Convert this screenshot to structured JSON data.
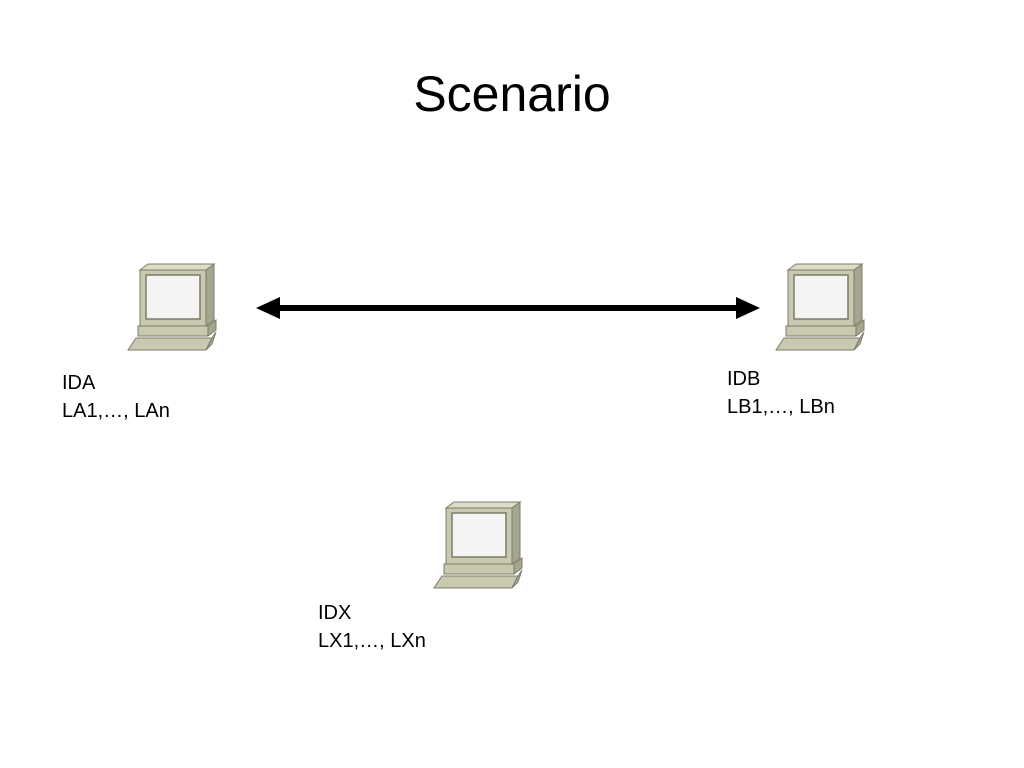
{
  "slide": {
    "title": "Scenario"
  },
  "nodes": [
    {
      "id": "a",
      "name": "IDA",
      "labels": "LA1,…, LAn",
      "icon": "computer-icon"
    },
    {
      "id": "b",
      "name": "IDB",
      "labels": "LB1,…, LBn",
      "icon": "computer-icon"
    },
    {
      "id": "x",
      "name": "IDX",
      "labels": "LX1,…, LXn",
      "icon": "computer-icon"
    }
  ],
  "edges": [
    {
      "from": "IDA",
      "to": "IDB",
      "style": "double-arrow"
    }
  ],
  "colors": {
    "computer_body": "#c9c9b1",
    "computer_shadow": "#a6a68e",
    "computer_outline": "#7c7c68",
    "screen": "#f4f4f4",
    "arrow": "#000000"
  }
}
